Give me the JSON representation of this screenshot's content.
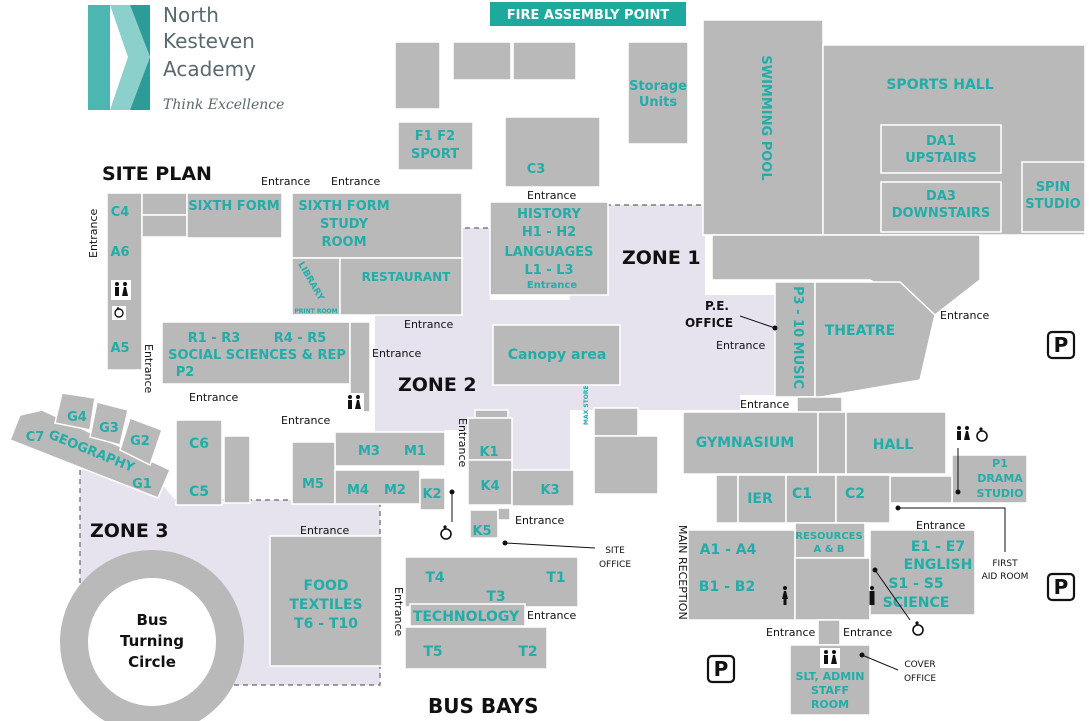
{
  "brand": {
    "line1": "North",
    "line2": "Kesteven",
    "line3": "Academy",
    "tagline": "Think Excellence",
    "color": "#4eb6b0"
  },
  "title": "SITE PLAN",
  "fire_assembly": "FIRE ASSEMBLY POINT",
  "zones": {
    "zone1": "ZONE 1",
    "zone2": "ZONE 2",
    "zone3": "ZONE 3"
  },
  "bus_bays": "BUS BAYS",
  "bus_circle": {
    "line1": "Bus",
    "line2": "Turning",
    "line3": "Circle"
  },
  "parking": "P",
  "labels": {
    "storage": [
      "Storage",
      "Units"
    ],
    "swimming": "SWIMMING POOL",
    "sports_hall": "SPORTS HALL",
    "da1": [
      "DA1",
      "UPSTAIRS"
    ],
    "da3": [
      "DA3",
      "DOWNSTAIRS"
    ],
    "spin": [
      "SPIN",
      "STUDIO"
    ],
    "f1f2": [
      "F1  F2",
      "SPORT"
    ],
    "c3": "C3",
    "history": [
      "HISTORY",
      "H1 - H2",
      "LANGUAGES",
      "L1 - L3",
      "Entrance"
    ],
    "sixth_form": "SIXTH FORM",
    "study_room": [
      "SIXTH FORM",
      "STUDY",
      "ROOM"
    ],
    "library": "LIBRARY",
    "print_room": "PRINT ROOM",
    "restaurant": "RESTAURANT",
    "c4": "C4",
    "a6": "A6",
    "a5": "A5",
    "social": [
      "R1 - R3",
      "R4 - R5",
      "SOCIAL SCIENCES & REP",
      "P2"
    ],
    "canopy": "Canopy area",
    "pe_office": [
      "P.E.",
      "OFFICE"
    ],
    "music": "P3 - 10 MUSIC",
    "theatre": "THEATRE",
    "gymnasium": "GYMNASIUM",
    "hall": "HALL",
    "drama": [
      "P1",
      "DRAMA",
      "STUDIO"
    ],
    "ier": "IER",
    "c1": "C1",
    "c2": "C2",
    "resources": [
      "RESOURCES",
      "A & B"
    ],
    "a1a4": "A1 - A4",
    "b1b2": "B1 - B2",
    "english": [
      "E1 - E7",
      "ENGLISH",
      "S1 - S5",
      "SCIENCE"
    ],
    "main_reception": "MAIN RECEPTION",
    "slt": [
      "SLT, ADMIN",
      "STAFF",
      "ROOM"
    ],
    "cover_office": [
      "COVER",
      "OFFICE"
    ],
    "first_aid": [
      "FIRST",
      "AID ROOM"
    ],
    "site_office": [
      "SITE",
      "OFFICE"
    ],
    "g1": "G1",
    "g2": "G2",
    "g3": "G3",
    "g4": "G4",
    "c7": "C7",
    "geography": "GEOGRAPHY",
    "c6": "C6",
    "c5": "C5",
    "m1": "M1",
    "m2": "M2",
    "m3": "M3",
    "m4": "M4",
    "m5": "M5",
    "k1": "K1",
    "k2": "K2",
    "k3": "K3",
    "k4": "K4",
    "k5": "K5",
    "food": [
      "FOOD",
      "TEXTILES",
      "T6 - T10"
    ],
    "t1": "T1",
    "t2": "T2",
    "t3": "T3",
    "t4": "T4",
    "t5": "T5",
    "technology": "TECHNOLOGY",
    "entrance": "Entrance",
    "max_tiny": "MAX STORE"
  },
  "colors": {
    "building": "#b9b9b9",
    "label": "#22ada8",
    "zone_fill": "#e7e3ee",
    "fire_bg": "#1ea99f"
  }
}
